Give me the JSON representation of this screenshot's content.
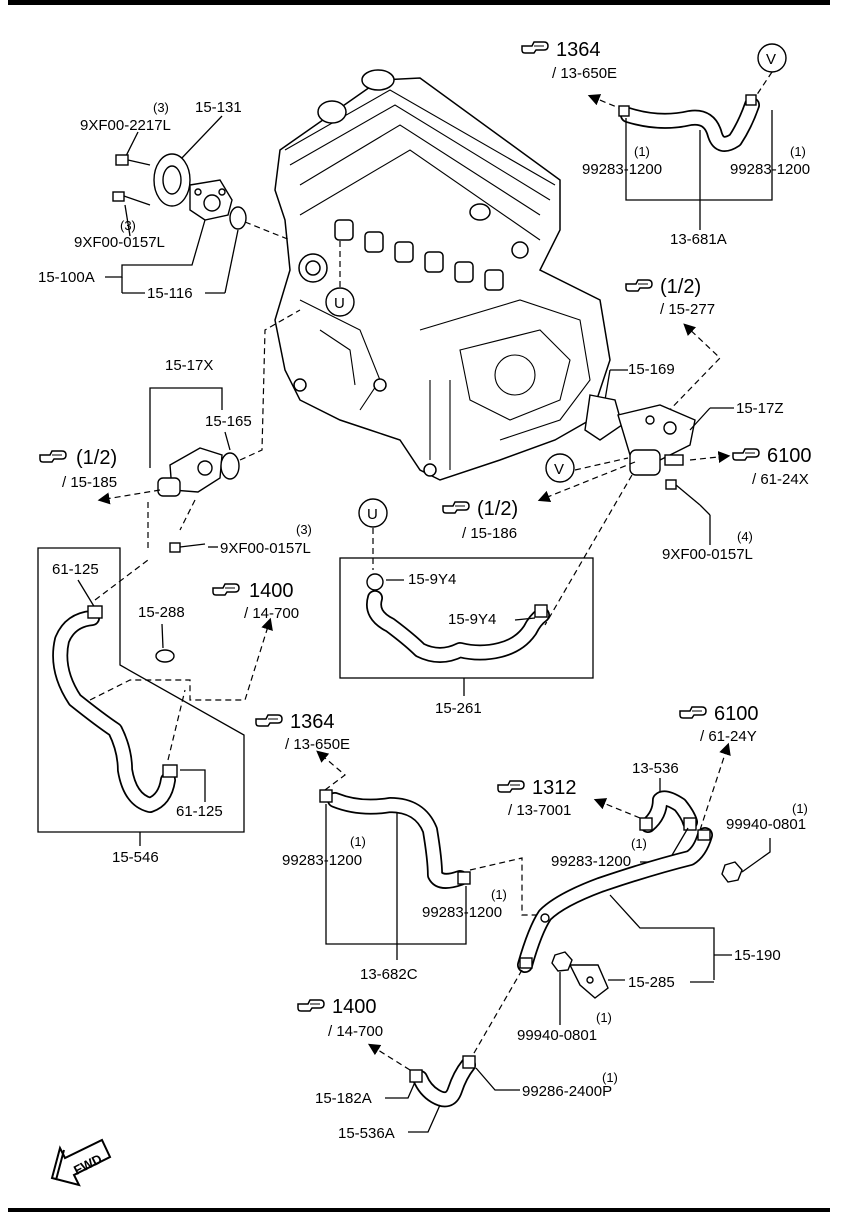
{
  "labels": {
    "ref_1364_top": "1364",
    "ref_1364_top_sub": "/ 13-650E",
    "circle_v_top": "V",
    "p99283_1200_a_qty": "(1)",
    "p99283_1200_a": "99283-1200",
    "p99283_1200_b_qty": "(1)",
    "p99283_1200_b": "99283-1200",
    "p13_681A": "13-681A",
    "p9XF00_2217L_qty": "(3)",
    "p9XF00_2217L": "9XF00-2217L",
    "p15_131": "15-131",
    "p9XF00_0157L_a_qty": "(3)",
    "p9XF00_0157L_a": "9XF00-0157L",
    "p15_100A": "15-100A",
    "p15_116": "15-116",
    "circle_u_engine": "U",
    "ref_1_2_277": "(1/2)",
    "ref_1_2_277_sub": "/ 15-277",
    "p15_169": "15-169",
    "p15_17Z": "15-17Z",
    "ref_6100_a": "6100",
    "ref_6100_a_sub": "/ 61-24X",
    "p15_17X": "15-17X",
    "p15_165": "15-165",
    "ref_1_2_185": "(1/2)",
    "ref_1_2_185_sub": "/ 15-185",
    "circle_v_mid": "V",
    "ref_1_2_186": "(1/2)",
    "ref_1_2_186_sub": "/ 15-186",
    "p9XF00_0157L_b_qty": "(4)",
    "p9XF00_0157L_b": "9XF00-0157L",
    "p9XF00_0157L_c_qty": "(3)",
    "p9XF00_0157L_c": "9XF00-0157L",
    "p61_125_a": "61-125",
    "p15_288": "15-288",
    "ref_1400_a": "1400",
    "ref_1400_a_sub": "/ 14-700",
    "p61_125_b": "61-125",
    "p15_546": "15-546",
    "circle_u_box": "U",
    "p15_9Y4_a": "15-9Y4",
    "p15_9Y4_b": "15-9Y4",
    "p15_261": "15-261",
    "ref_1364_mid": "1364",
    "ref_1364_mid_sub": "/ 13-650E",
    "p99283_1200_c_qty": "(1)",
    "p99283_1200_c": "99283-1200",
    "p99283_1200_d_qty": "(1)",
    "p99283_1200_d": "99283-1200",
    "p13_682C": "13-682C",
    "ref_6100_b": "6100",
    "ref_6100_b_sub": "/ 61-24Y",
    "p13_536": "13-536",
    "ref_1312": "1312",
    "ref_1312_sub": "/ 13-7001",
    "p99283_1200_e_qty": "(1)",
    "p99283_1200_e": "99283-1200",
    "p99940_0801_a_qty": "(1)",
    "p99940_0801_a": "99940-0801",
    "p15_190": "15-190",
    "p15_285": "15-285",
    "p99940_0801_b_qty": "(1)",
    "p99940_0801_b": "99940-0801",
    "ref_1400_b": "1400",
    "ref_1400_b_sub": "/ 14-700",
    "p15_182A": "15-182A",
    "p99286_2400P_qty": "(1)",
    "p99286_2400P": "99286-2400P",
    "p15_536A": "15-536A",
    "fwd": "FWD"
  },
  "icons": {
    "reference": "pointing-hand-icon",
    "forward": "fwd-arrow-icon"
  }
}
